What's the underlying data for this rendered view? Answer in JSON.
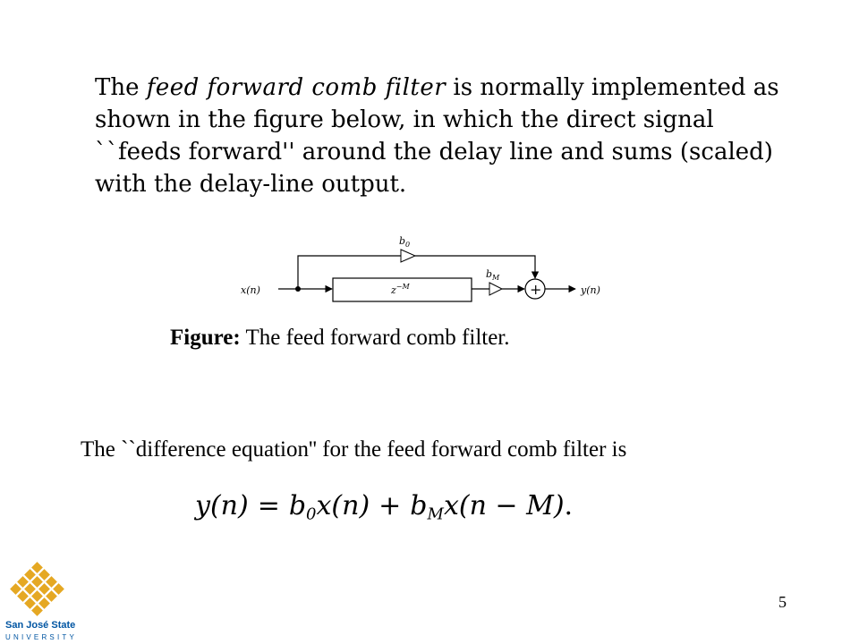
{
  "slide": {
    "intro": {
      "lead": "The",
      "emphasis": "feed forward comb filter",
      "rest": "is normally implemented as shown in the figure below, in which the direct signal ``feeds forward'' around the delay line and sums (scaled) with the delay-line output."
    },
    "figure": {
      "input_label": "x(n)",
      "output_label": "y(n)",
      "delay_label": "z",
      "delay_exp": "−M",
      "gain_top_base": "b",
      "gain_top_sub": "0",
      "gain_bottom_base": "b",
      "gain_bottom_sub": "M",
      "sum_symbol": "+"
    },
    "caption": {
      "label": "Figure:",
      "text": "The feed forward comb filter."
    },
    "equation_intro": "The ``difference equation'' for the feed forward comb filter is",
    "equation": {
      "lhs": "y(n)",
      "equals": "=",
      "t1_coef": "b",
      "t1_sub": "0",
      "t1_arg": "x(n)",
      "plus": "+",
      "t2_coef": "b",
      "t2_sub": "M",
      "t2_arg": "x(n − M)",
      "end": "."
    },
    "logo": {
      "line1": "San José State",
      "line2": "UNIVERSITY"
    },
    "page_number": "5",
    "colors": {
      "logo_gold": "#E5A823",
      "logo_blue": "#0055A2",
      "text": "#000000"
    }
  }
}
